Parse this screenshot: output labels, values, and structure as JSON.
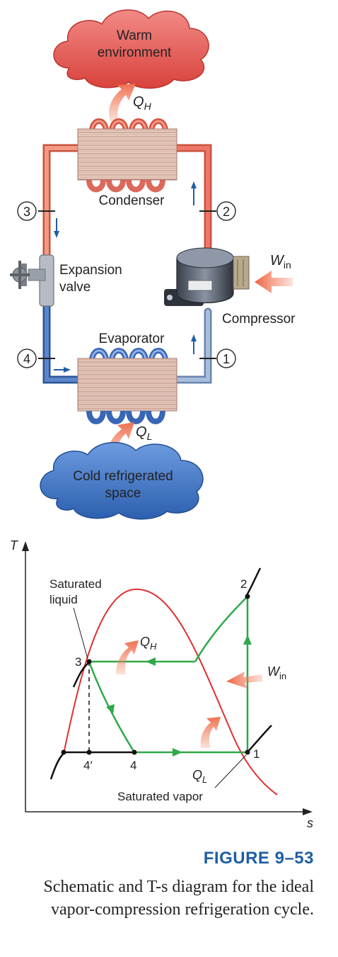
{
  "schematic": {
    "warm_environment": "Warm environment",
    "warm_line1": "Warm",
    "warm_line2": "environment",
    "condenser": "Condenser",
    "expansion_line1": "Expansion",
    "expansion_line2": "valve",
    "compressor": "Compressor",
    "evaporator": "Evaporator",
    "cold_line1": "Cold refrigerated",
    "cold_line2": "space",
    "qh_main": "Q",
    "qh_sub": "H",
    "ql_main": "Q",
    "ql_sub": "L",
    "win_main": "W",
    "win_sub": "in",
    "state_1": "1",
    "state_2": "2",
    "state_3": "3",
    "state_4": "4"
  },
  "ts_diagram": {
    "axis_y": "T",
    "axis_x": "s",
    "sat_liquid_line1": "Saturated",
    "sat_liquid_line2": "liquid",
    "sat_vapor": "Saturated vapor",
    "point_1": "1",
    "point_2": "2",
    "point_3": "3",
    "point_4": "4",
    "point_4prime": "4′",
    "qh_main": "Q",
    "qh_sub": "H",
    "ql_main": "Q",
    "ql_sub": "L",
    "win_main": "W",
    "win_sub": "in"
  },
  "caption": {
    "title": "FIGURE 9–53",
    "text": "Schematic and T-s diagram for the ideal vapor-compression refrigeration cycle."
  },
  "colors": {
    "hot_pipe": "#e8735f",
    "cold_pipe": "#4a78c0",
    "cycle_green": "#2fa84a",
    "dome_red": "#e03030",
    "warm_cloud": "#e85a5a",
    "cold_cloud": "#3f78c8",
    "heat_arrow": "#f08a6a",
    "caption_blue": "#1f5fa3"
  }
}
